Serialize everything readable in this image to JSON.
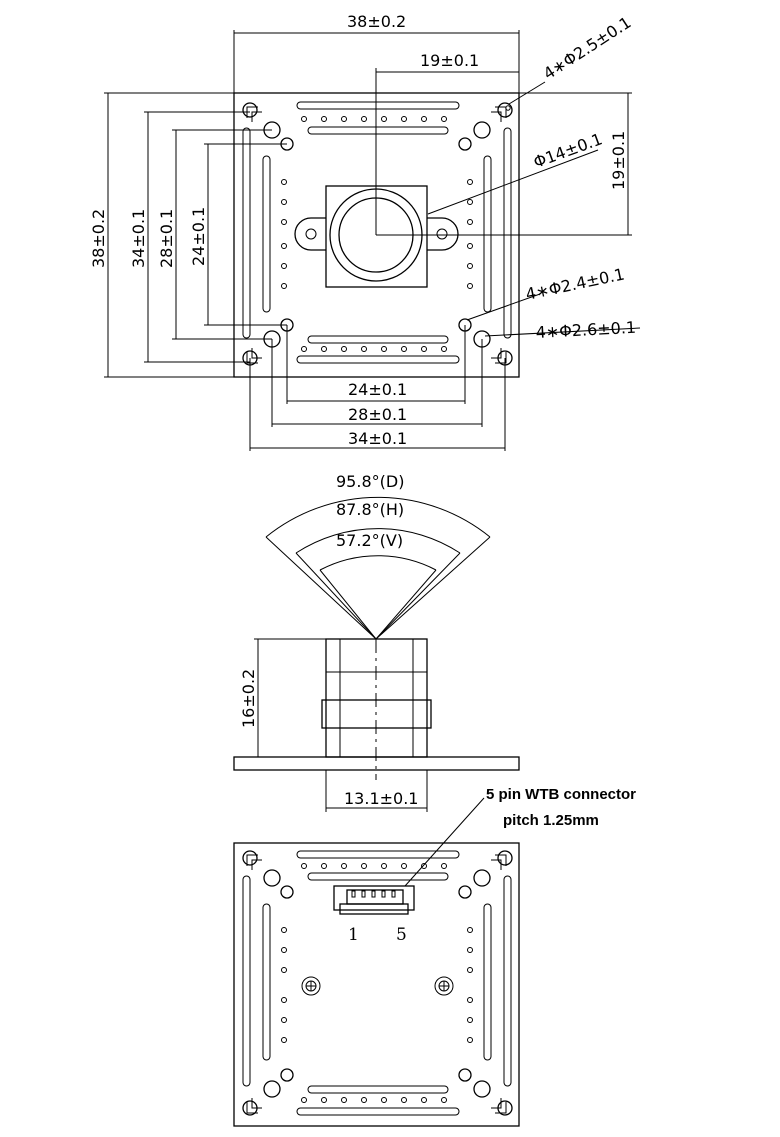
{
  "top_view": {
    "width": "38±0.2",
    "half_width": "19±0.1",
    "height": "38±0.2",
    "half_height": "19±0.1",
    "corner_holes": "4∗Φ2.5±0.1",
    "lens_dia": "Φ14±0.1",
    "mid_holes": "4∗Φ2.4±0.1",
    "inner_holes": "4∗Φ2.6±0.1",
    "v34": "34±0.1",
    "v28": "28±0.1",
    "v24": "24±0.1",
    "h24": "24±0.1",
    "h28": "28±0.1",
    "h34": "34±0.1"
  },
  "fov": {
    "diag": "95.8°(D)",
    "horiz": "87.8°(H)",
    "vert": "57.2°(V)"
  },
  "side_view": {
    "height": "16±0.2",
    "width": "13.1±0.1"
  },
  "back_view": {
    "connector_label_1": "5 pin WTB connector",
    "connector_label_2": "pitch 1.25mm",
    "pin_first": "1",
    "pin_last": "5"
  }
}
